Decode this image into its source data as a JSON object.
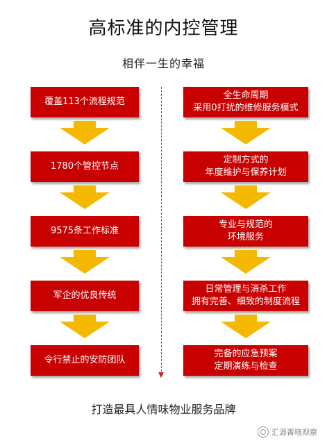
{
  "title": "高标准的内控管理",
  "subtitle": "相伴一生的幸福",
  "footer": "打造最具人情味物业服务品牌",
  "watermark": "汇源菁晓观察",
  "colors": {
    "box": "#c90000",
    "arrow": "#f5b800",
    "divider": "#cc2222"
  },
  "left_steps": [
    "覆盖113个流程规范",
    "1780个管控节点",
    "9575条工作标准",
    "军企的优良传统",
    "令行禁止的安防团队"
  ],
  "right_steps": [
    "全生命周期\n采用0打扰的维修服务模式",
    "定制方式的\n年度维护与保养计划",
    "专业与规范的\n环境服务",
    "日常管理与消杀工作\n拥有完善、细致的制度流程",
    "完备的应急预案\n定期演练与检查"
  ]
}
